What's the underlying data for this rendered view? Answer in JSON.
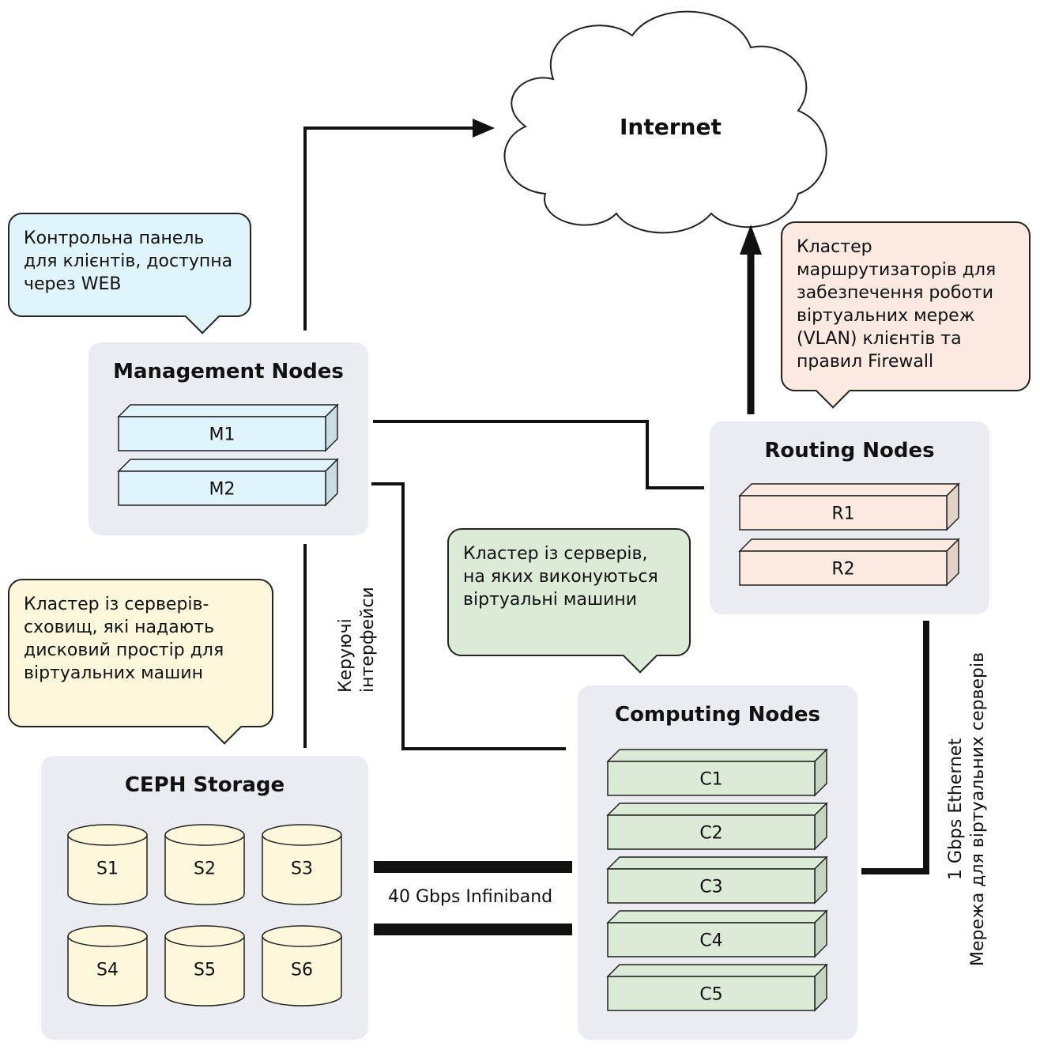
{
  "internet": {
    "label": "Internet"
  },
  "management": {
    "title": "Management Nodes",
    "nodes": [
      "M1",
      "M2"
    ],
    "callout": "Контрольна панель для клієнтів, доступна через WEB"
  },
  "routing": {
    "title": "Routing Nodes",
    "nodes": [
      "R1",
      "R2"
    ],
    "callout": "Кластер маршрутизаторів для забезпечення роботи віртуальних мереж (VLAN) клієнтів та правил Firewall"
  },
  "computing": {
    "title": "Computing Nodes",
    "nodes": [
      "C1",
      "C2",
      "C3",
      "C4",
      "C5"
    ],
    "callout": "Кластер із серверів, на яких виконуються віртуальні машини"
  },
  "storage": {
    "title": "CEPH Storage",
    "nodes": [
      "S1",
      "S2",
      "S3",
      "S4",
      "S5",
      "S6"
    ],
    "callout": "Кластер із серверів-сховищ, які надають дисковий простір для віртуальних машин"
  },
  "links": {
    "control": "Керуючі інтерфейси",
    "infiniband": "40 Gbps Infiniband",
    "ethernet_line1": "1 Gbps Ethernet",
    "ethernet_line2": "Мережа для віртуальних серверів"
  },
  "colors": {
    "management": "#dff4fb",
    "routing": "#fce9df",
    "computing": "#dcebd6",
    "storage": "#fdf8dc",
    "panel": "#eaecf2"
  }
}
